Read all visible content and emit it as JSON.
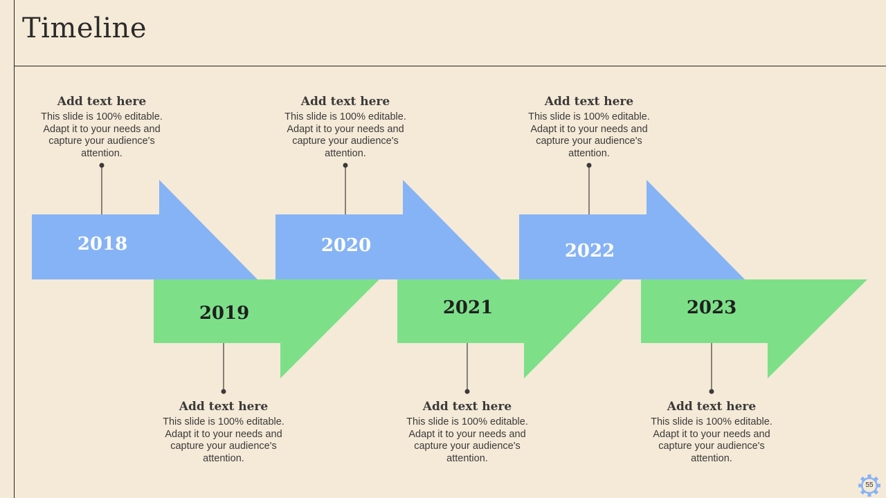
{
  "slide": {
    "title": "Timeline",
    "page_number": "55"
  },
  "colors": {
    "background": "#F5EAD7",
    "blue_arrow": "#86B3F5",
    "green_arrow": "#7DE089",
    "connector": "#3a3a3a"
  },
  "milestones": [
    {
      "year": "2018",
      "heading": "Add text here",
      "body": "This slide is 100% editable. Adapt it to your needs and capture your audience's attention."
    },
    {
      "year": "2019",
      "heading": "Add text here",
      "body": "This slide is 100% editable. Adapt it to your needs and capture your audience's attention."
    },
    {
      "year": "2020",
      "heading": "Add text here",
      "body": "This slide is 100% editable. Adapt it to your needs and capture your audience's attention."
    },
    {
      "year": "2021",
      "heading": "Add text here",
      "body": "This slide is 100% editable. Adapt it to your needs and capture your audience's attention."
    },
    {
      "year": "2022",
      "heading": "Add text here",
      "body": "This slide is 100% editable. Adapt it to your needs and capture your audience's attention."
    },
    {
      "year": "2023",
      "heading": "Add text here",
      "body": "This slide is 100% editable. Adapt it to your needs and capture your audience's attention."
    }
  ]
}
